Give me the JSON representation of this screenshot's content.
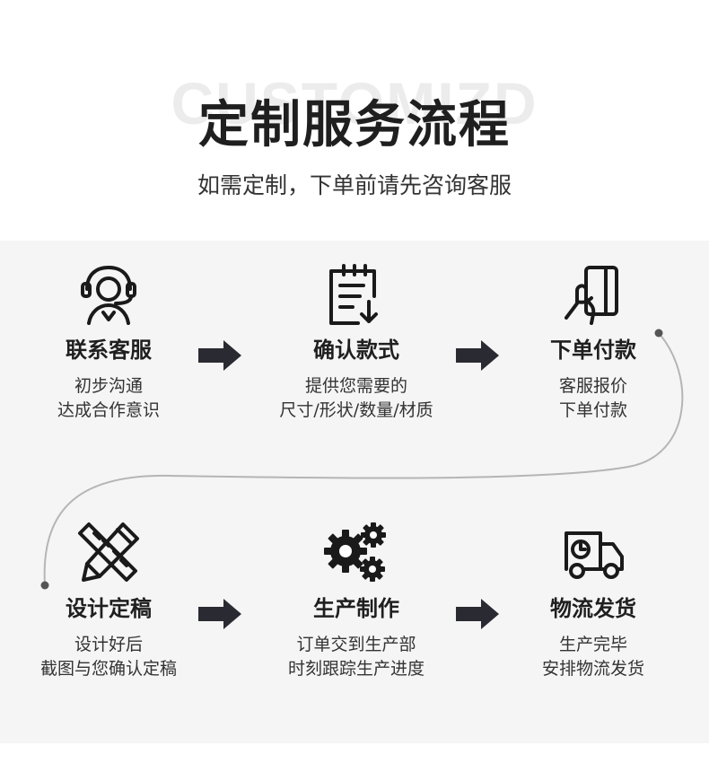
{
  "header": {
    "watermark": "CUSTOMIZD",
    "title": "定制服务流程",
    "subtitle": "如需定制，下单前请先咨询客服"
  },
  "steps": [
    {
      "icon": "headset-icon",
      "label": "联系客服",
      "desc1": "初步沟通",
      "desc2": "达成合作意识"
    },
    {
      "icon": "clipboard-download-icon",
      "label": "确认款式",
      "desc1": "提供您需要的",
      "desc2": "尺寸/形状/数量/材质"
    },
    {
      "icon": "card-payment-icon",
      "label": "下单付款",
      "desc1": "客服报价",
      "desc2": "下单付款"
    },
    {
      "icon": "pencil-ruler-icon",
      "label": "设计定稿",
      "desc1": "设计好后",
      "desc2": "截图与您确认定稿"
    },
    {
      "icon": "gears-icon",
      "label": "生产制作",
      "desc1": "订单交到生产部",
      "desc2": "时刻跟踪生产进度"
    },
    {
      "icon": "delivery-truck-icon",
      "label": "物流发货",
      "desc1": "生产完毕",
      "desc2": "安排物流发货"
    }
  ],
  "colors": {
    "icon": "#1a1a1a",
    "arrow": "#2a2a32",
    "line": "#b5b5b5",
    "panel": "#f5f5f5"
  }
}
